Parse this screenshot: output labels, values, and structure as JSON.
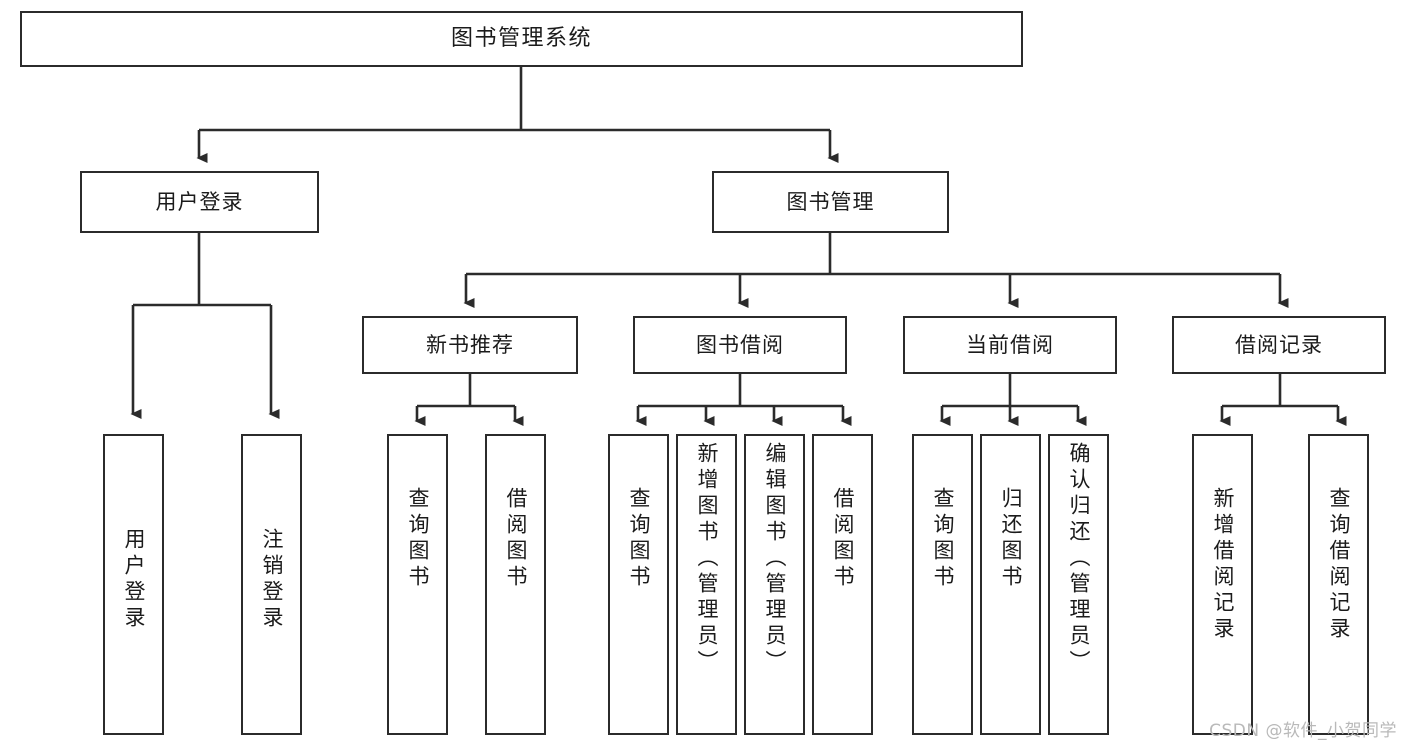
{
  "diagram": {
    "type": "tree-hierarchy",
    "title": "图书管理系统",
    "watermark": "CSDN @软件_小贺同学",
    "colors": {
      "box_border": "#2b2b2b",
      "box_fill": "#ffffff",
      "edge": "#2b2b2b",
      "text": "#1b1b1b",
      "watermark": "#b9b9b9",
      "background": "#ffffff"
    },
    "root": {
      "id": "root",
      "label": "图书管理系统"
    },
    "level2": [
      {
        "id": "user-login",
        "label": "用户登录"
      },
      {
        "id": "book-manage",
        "label": "图书管理"
      }
    ],
    "level3": [
      {
        "id": "new-book-recommend",
        "label": "新书推荐"
      },
      {
        "id": "book-borrow",
        "label": "图书借阅"
      },
      {
        "id": "current-borrow",
        "label": "当前借阅"
      },
      {
        "id": "borrow-record",
        "label": "借阅记录"
      }
    ],
    "leaves": {
      "user_login": [
        {
          "id": "leaf-user-login",
          "label": "用户登录"
        },
        {
          "id": "leaf-user-logout",
          "label": "注销登录"
        }
      ],
      "new_book_recommend": [
        {
          "id": "leaf-query-book-1",
          "label": "查询图书"
        },
        {
          "id": "leaf-borrow-book-1",
          "label": "借阅图书"
        }
      ],
      "book_borrow": [
        {
          "id": "leaf-query-book-2",
          "label": "查询图书"
        },
        {
          "id": "leaf-add-book",
          "label": "新增图书（管理员）"
        },
        {
          "id": "leaf-edit-book",
          "label": "编辑图书（管理员）"
        },
        {
          "id": "leaf-borrow-book-2",
          "label": "借阅图书"
        }
      ],
      "current_borrow": [
        {
          "id": "leaf-query-book-3",
          "label": "查询图书"
        },
        {
          "id": "leaf-return-book",
          "label": "归还图书"
        },
        {
          "id": "leaf-confirm-return",
          "label": "确认归还（管理员）"
        }
      ],
      "borrow_record": [
        {
          "id": "leaf-add-record",
          "label": "新增借阅记录"
        },
        {
          "id": "leaf-query-record",
          "label": "查询借阅记录"
        }
      ]
    }
  }
}
